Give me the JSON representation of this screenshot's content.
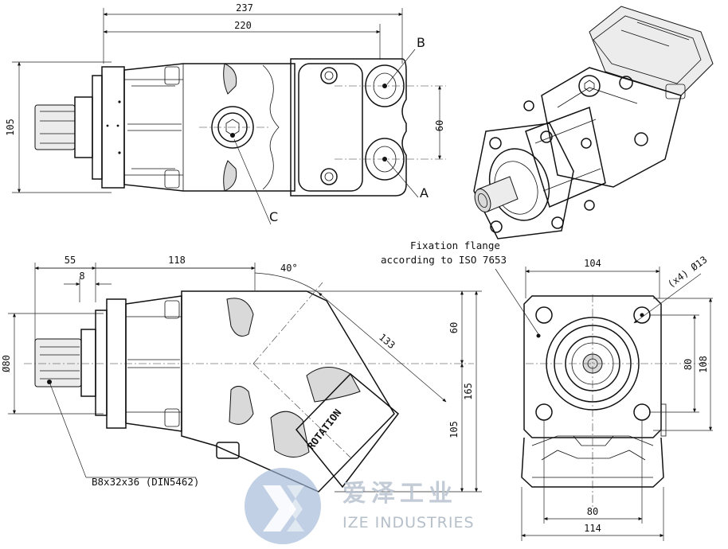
{
  "dimensions": {
    "top_overall_length": "237",
    "top_body_length": "220",
    "top_height": "105",
    "top_port_spacing": "60",
    "side_shaft_length": "55",
    "side_flange_offset": "8",
    "side_body_length": "118",
    "side_angle": "40°",
    "side_head_length": "133",
    "side_upper_height": "60",
    "side_lower_height": "105",
    "side_total_height": "165",
    "side_shaft_diameter": "Ø80",
    "front_flange_width": "104",
    "front_hole_spacing_v": "80",
    "front_flange_height": "108",
    "front_hole_spacing_h": "80",
    "front_body_width": "114",
    "front_holes": "(x4) Ø13"
  },
  "labels": {
    "port_b": "B",
    "port_a": "A",
    "port_c": "C",
    "rotation": "ROTATION",
    "fixation_line1": "Fixation flange",
    "fixation_line2": "according to ISO 7653",
    "spline": "B8x32x36 (DIN5462)"
  },
  "watermark": {
    "chinese": "爱泽工业",
    "english": "IZE INDUSTRIES",
    "logo_color": "#9fb6d6"
  }
}
